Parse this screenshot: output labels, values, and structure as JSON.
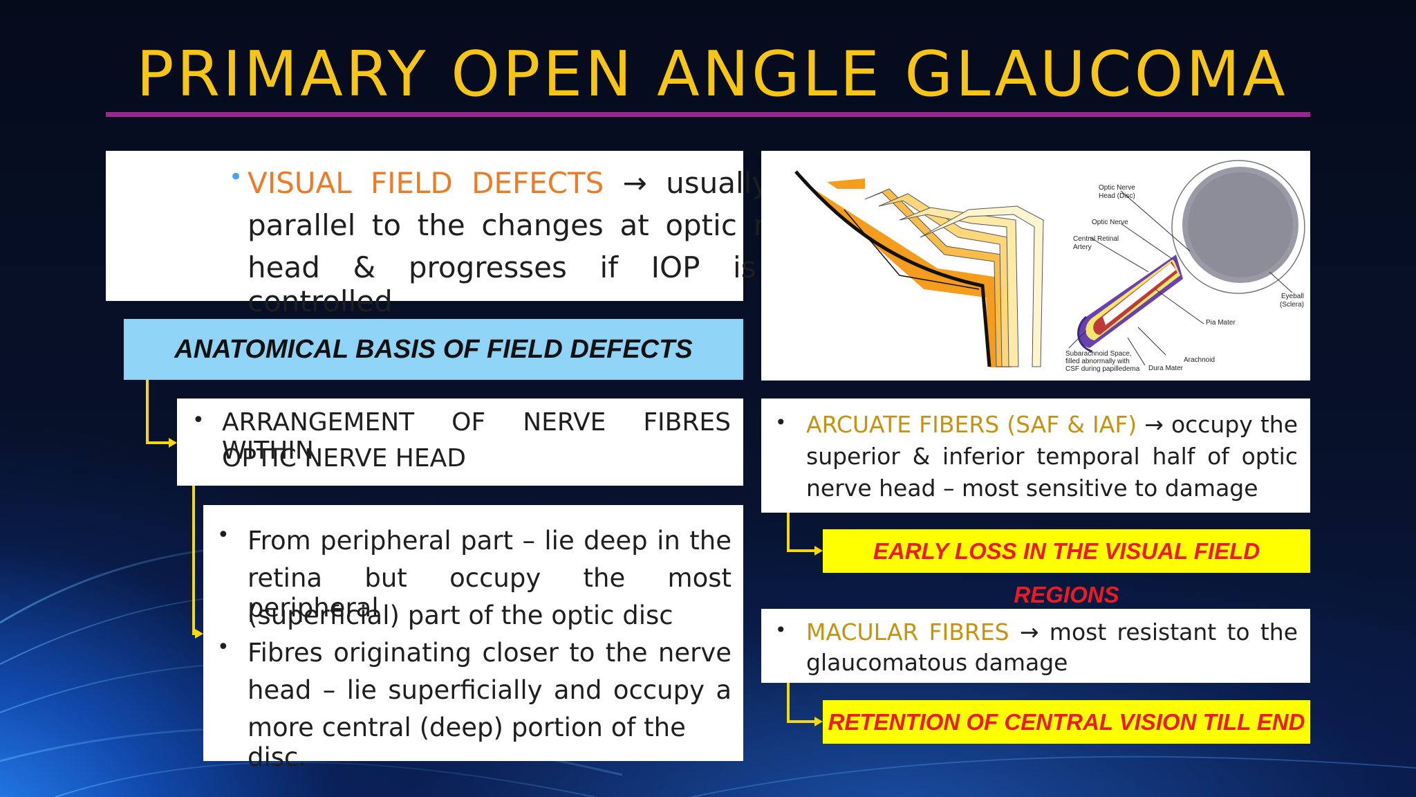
{
  "slide": {
    "title": "PRIMARY OPEN ANGLE GLAUCOMA"
  },
  "visual_field": {
    "heading": "VISUAL FIELD DEFECTS",
    "arrow": "→",
    "line1_rest": "usually run",
    "line2": "parallel to the changes at optic nerve",
    "line3": "head & progresses if IOP is not controlled"
  },
  "anatomical_banner": "ANATOMICAL BASIS OF FIELD DEFECTS",
  "arrangement": {
    "line1": "ARRANGEMENT OF NERVE FIBRES WITHIN",
    "line2": "OPTIC NERVE HEAD"
  },
  "fibre_points": {
    "p1_line1": "From peripheral part – lie deep in the",
    "p1_line2": "retina but occupy the most peripheral",
    "p1_line3": "(superficial) part of the optic disc",
    "p2_line1": "Fibres originating closer to the nerve",
    "p2_line2": "head – lie superficially and occupy a",
    "p2_line3": "more central (deep) portion of the disc."
  },
  "diagram_labels": {
    "optic_nerve_head": "Optic Nerve",
    "optic_nerve_head_2": "Head (Disc)",
    "optic_nerve": "Optic Nerve",
    "central_retinal_1": "Central Retinal",
    "central_retinal_2": "Artery",
    "eyeball_1": "Eyeball",
    "eyeball_2": "(Sclera)",
    "pia_mater": "Pia Mater",
    "arachnoid": "Arachnoid",
    "dura_mater": "Dura Mater",
    "subarachnoid_1": "Subarachnoid Space,",
    "subarachnoid_2": "filled abnormally with",
    "subarachnoid_3": "CSF during papilledema"
  },
  "arcuate": {
    "heading": "ARCUATE FIBERS (SAF & IAF)",
    "arrow": "→",
    "line1_rest": "occupy the",
    "line2": "superior & inferior temporal half of optic",
    "line3": "nerve head – most sensitive to damage"
  },
  "early_loss": "EARLY LOSS IN THE VISUAL FIELD REGIONS",
  "macular": {
    "heading": "MACULAR FIBRES",
    "arrow": "→",
    "line1_rest": "most resistant to the",
    "line2": "glaucomatous damage"
  },
  "retention": "RETENTION OF CENTRAL VISION TILL END",
  "bullet": "•",
  "colors": {
    "title": "#f7c515",
    "rule": "#a0268f",
    "banner": "#8fd3f7",
    "highlight": "#ffff00",
    "highlight_text": "#ec1b23",
    "connector": "#f5d90a"
  }
}
